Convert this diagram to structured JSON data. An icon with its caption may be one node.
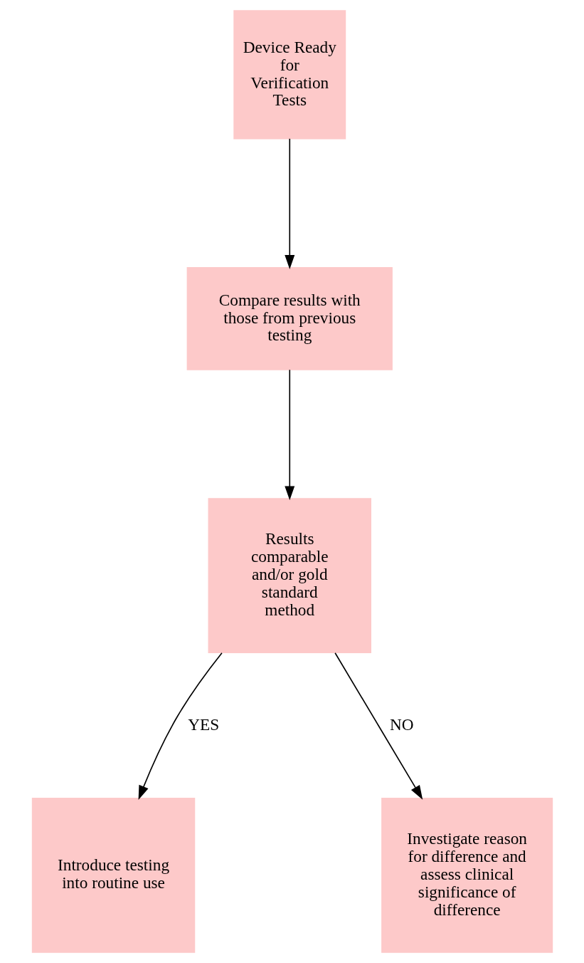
{
  "diagram": {
    "nodes": [
      {
        "text": [
          "Device Ready for Verification Tests"
        ]
      },
      {
        "text": [
          "Compare results with those from previous testing"
        ]
      },
      {
        "text": [
          "Results comparable and/or gold standard method"
        ]
      },
      {
        "text": [
          "Introduce testing into routine use"
        ]
      },
      {
        "text": [
          "Investigate reason for difference and assess clinical significance of difference"
        ]
      }
    ],
    "edges": [
      {
        "from": 0,
        "to": 1,
        "arrow": "to"
      },
      {
        "from": 1,
        "to": 2,
        "arrow": "to"
      },
      {
        "from": 2,
        "to": 3,
        "arrow": "to",
        "label": "YES"
      },
      {
        "from": 2,
        "to": 4,
        "arrow": "to",
        "label": "NO"
      }
    ]
  }
}
